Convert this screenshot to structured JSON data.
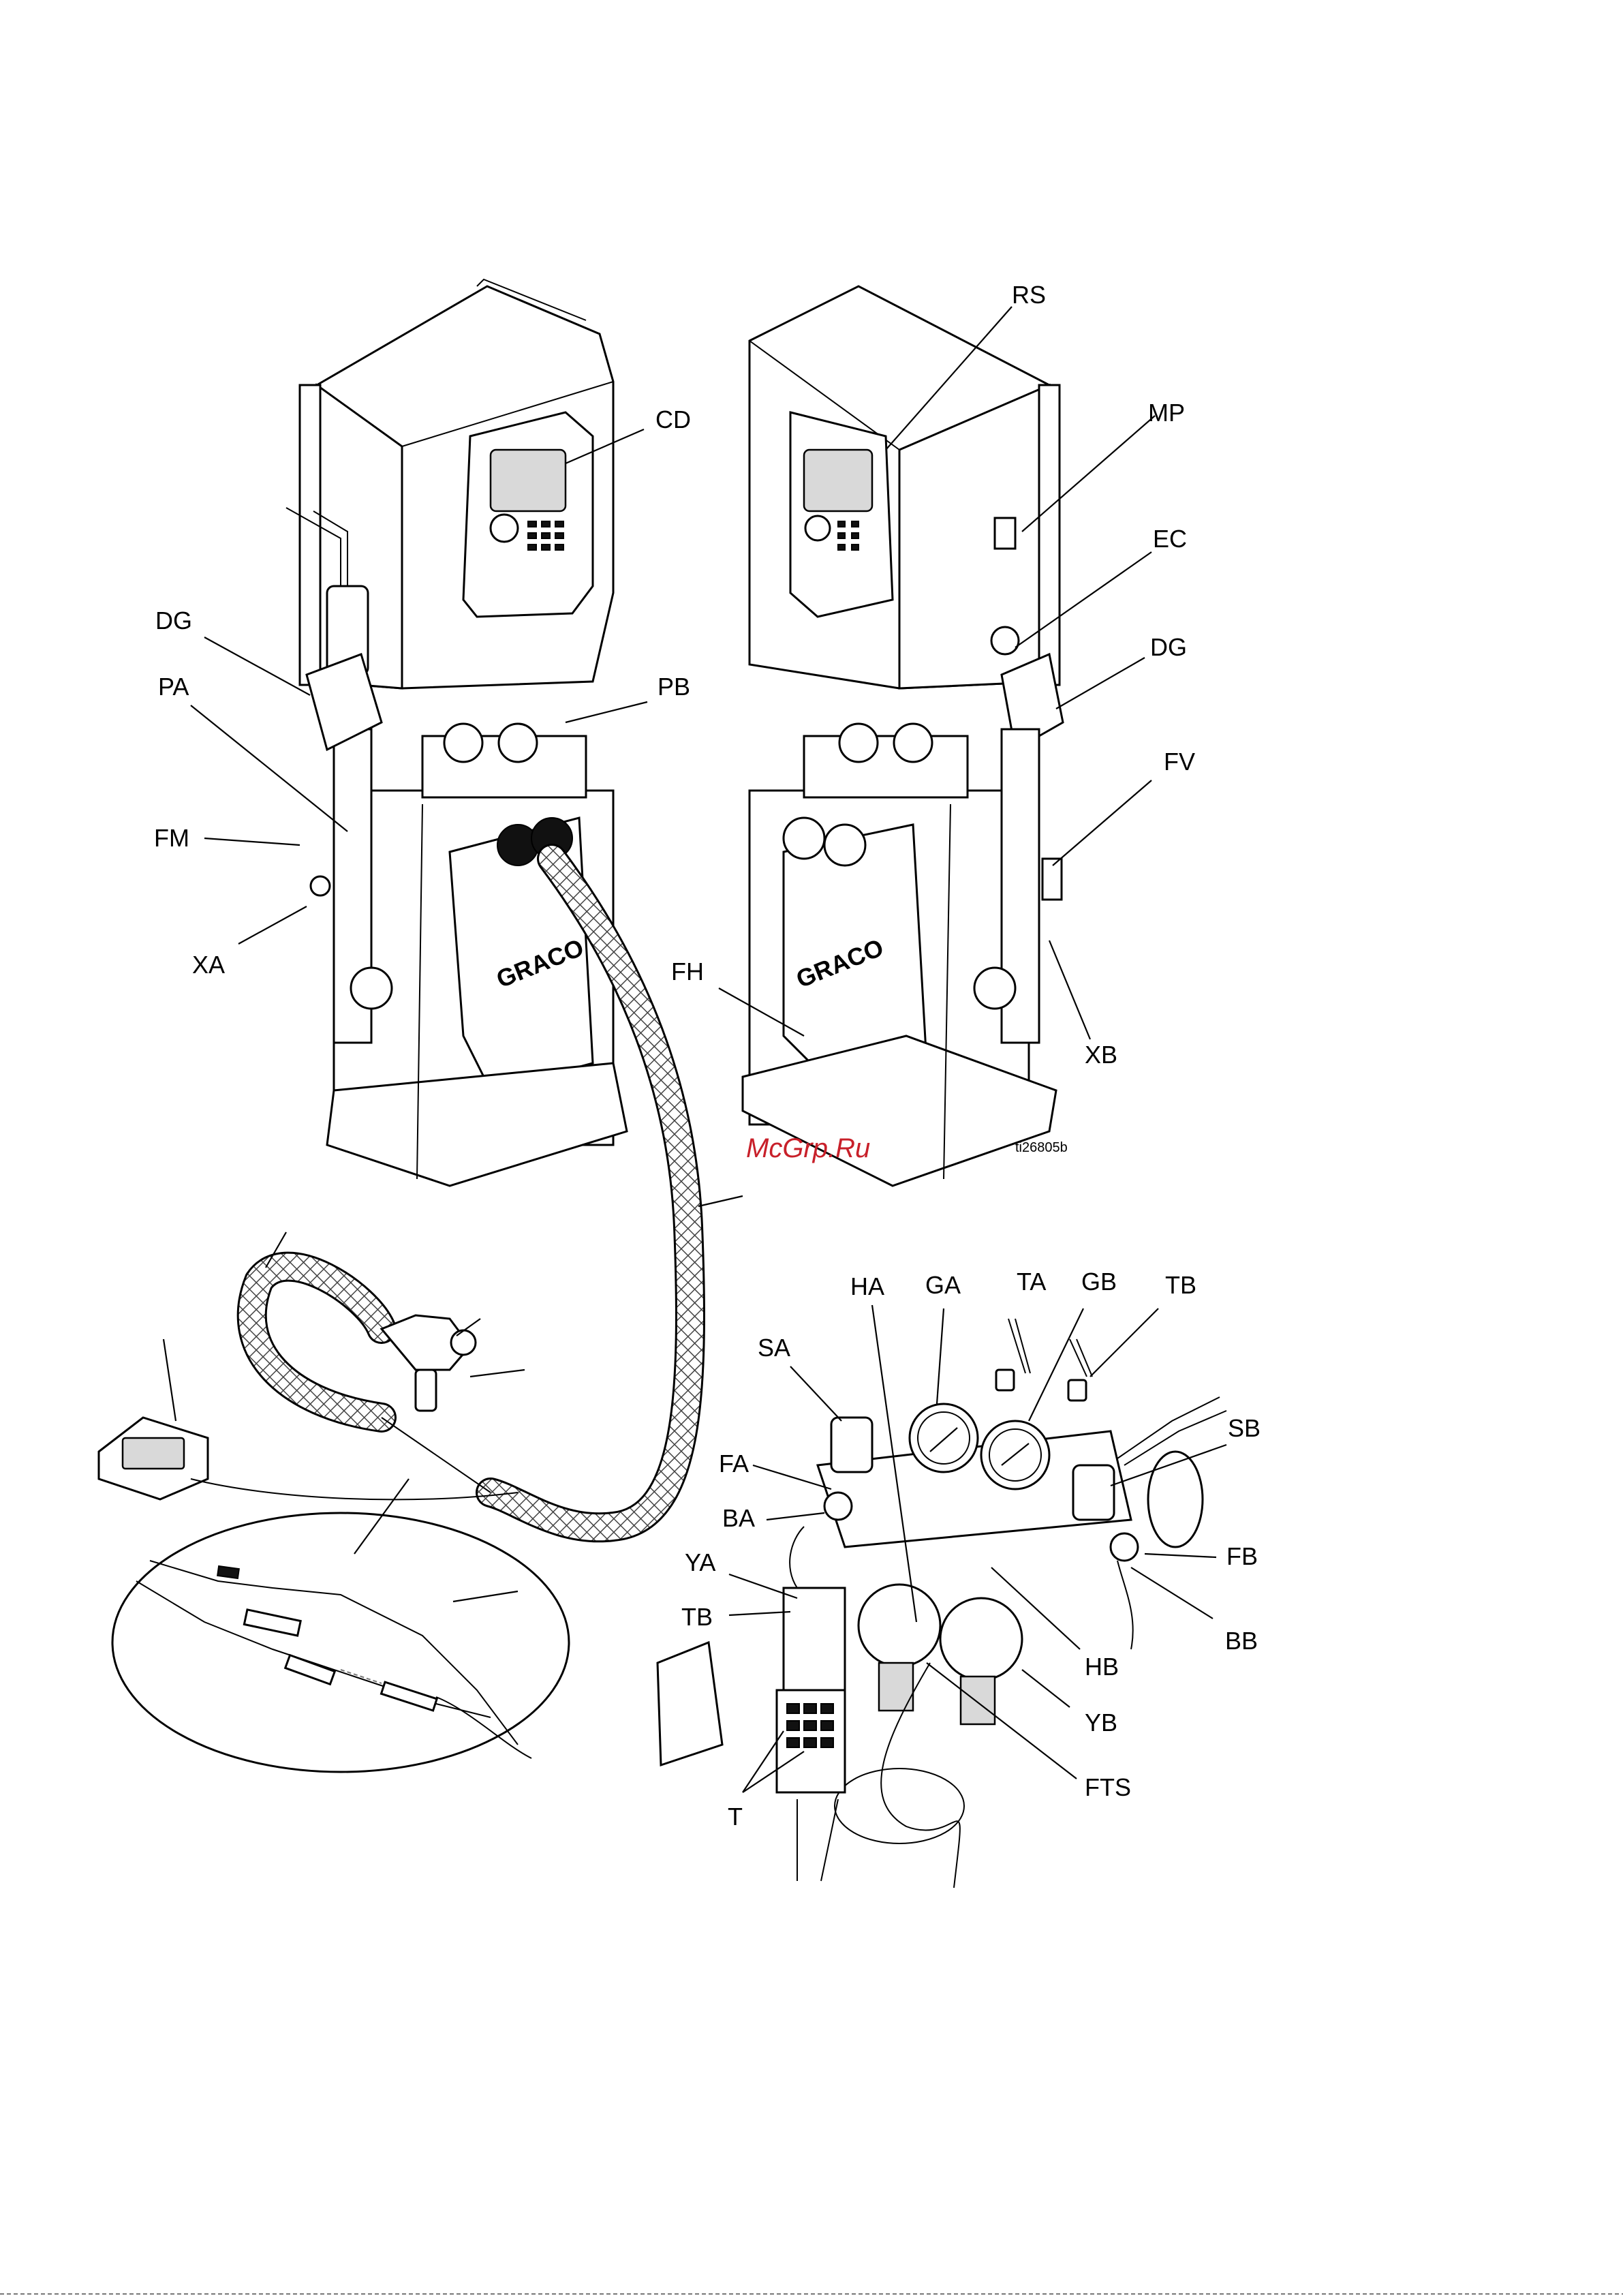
{
  "figure_id": "ti26805b",
  "watermark": "McGrp.Ru",
  "callouts": {
    "RS": "RS",
    "CD": "CD",
    "MP": "MP",
    "EC": "EC",
    "DG_left": "DG",
    "DG_right": "DG",
    "PA": "PA",
    "PB": "PB",
    "FM": "FM",
    "FV": "FV",
    "XA": "XA",
    "XB": "XB",
    "FH": "FH",
    "HA": "HA",
    "GA": "GA",
    "TA": "TA",
    "GB": "GB",
    "TB_top": "TB",
    "SA": "SA",
    "SB": "SB",
    "FA": "FA",
    "FB": "FB",
    "BA": "BA",
    "BB": "BB",
    "YA": "YA",
    "TB_mid": "TB",
    "HB": "HB",
    "YB": "YB",
    "FTS": "FTS",
    "T": "T"
  },
  "brand_text": "GRACO",
  "icons": {
    "left_unit": "proportioner-front-icon",
    "right_unit": "proportioner-back-icon",
    "spray_gun": "spray-gun-icon",
    "remote_display": "remote-display-icon",
    "heated_hose": "heated-hose-icon",
    "detail_ellipse": "whip-hose-detail-icon",
    "fluid_manifold": "fluid-manifold-detail-icon"
  },
  "colors": {
    "line": "#000000",
    "watermark": "#c8202a",
    "hose_hatch": "#444444"
  }
}
